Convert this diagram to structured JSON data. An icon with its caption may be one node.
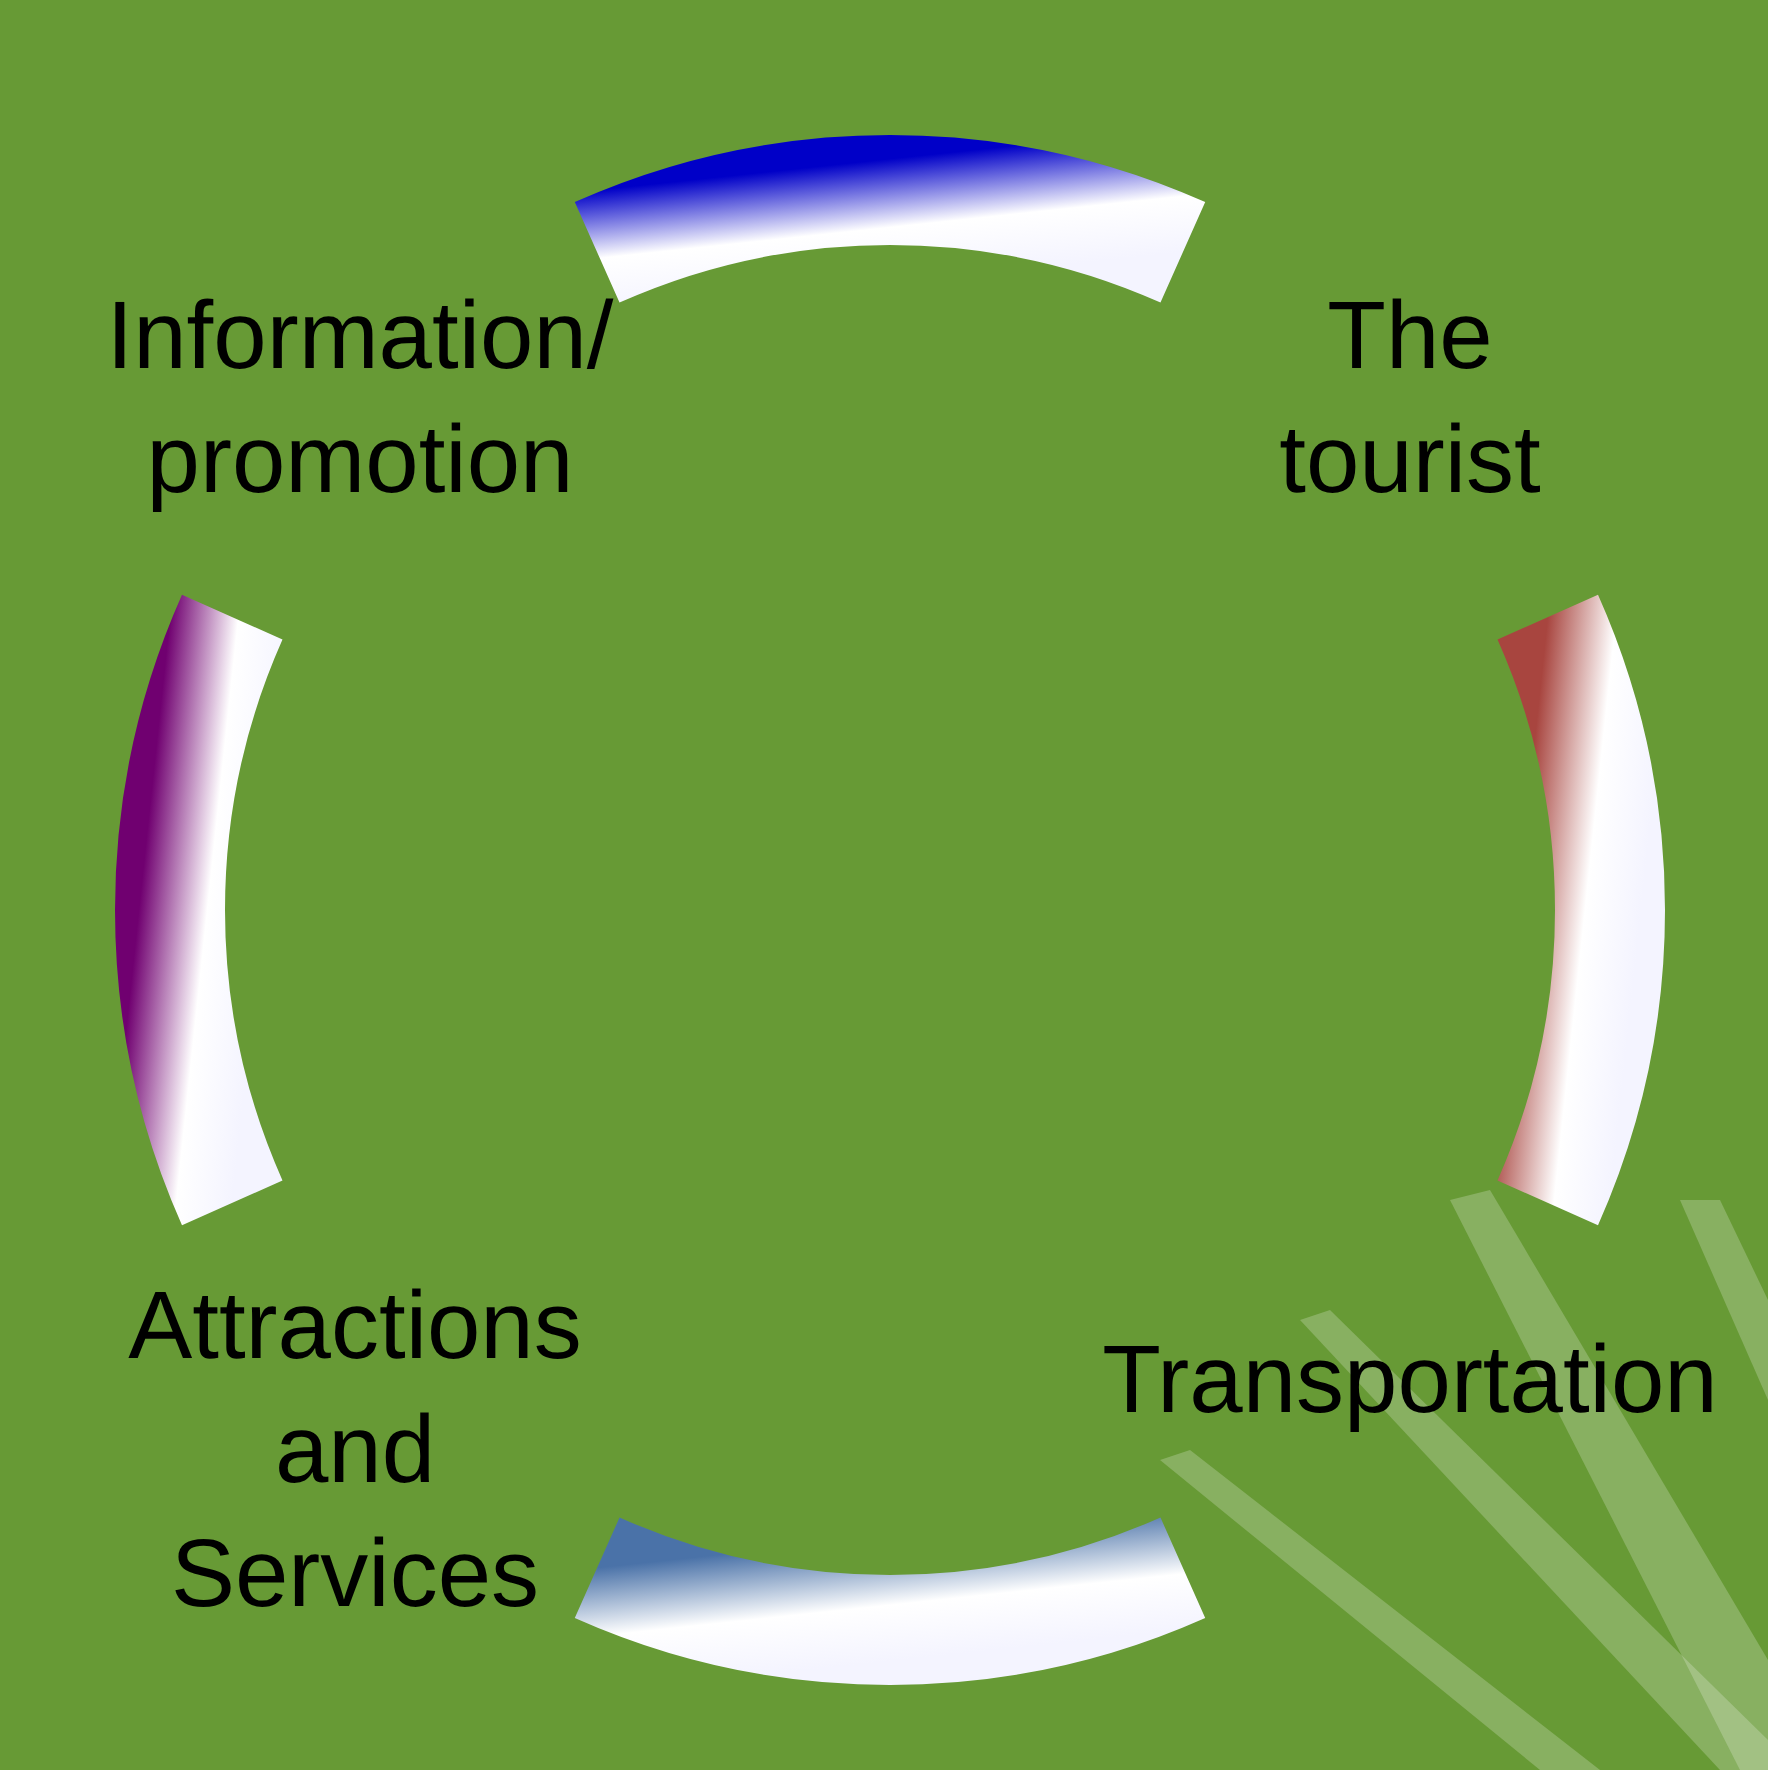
{
  "diagram": {
    "nodes": [
      {
        "text": [
          "Information/ promotion"
        ]
      },
      {
        "text": [
          "The tourist"
        ]
      },
      {
        "text": [
          "Transportation"
        ]
      },
      {
        "text": [
          "Attractions and Services"
        ]
      }
    ],
    "edges": [
      {
        "from": 0,
        "to": 1,
        "arrow": "none",
        "style": "thick",
        "color": "#0000c8"
      },
      {
        "from": 1,
        "to": 2,
        "arrow": "none",
        "style": "thick",
        "color": "#a8453f"
      },
      {
        "from": 2,
        "to": 3,
        "arrow": "none",
        "style": "thick",
        "color": "#4a72a8"
      },
      {
        "from": 3,
        "to": 0,
        "arrow": "none",
        "style": "thick",
        "color": "#700070"
      }
    ]
  }
}
